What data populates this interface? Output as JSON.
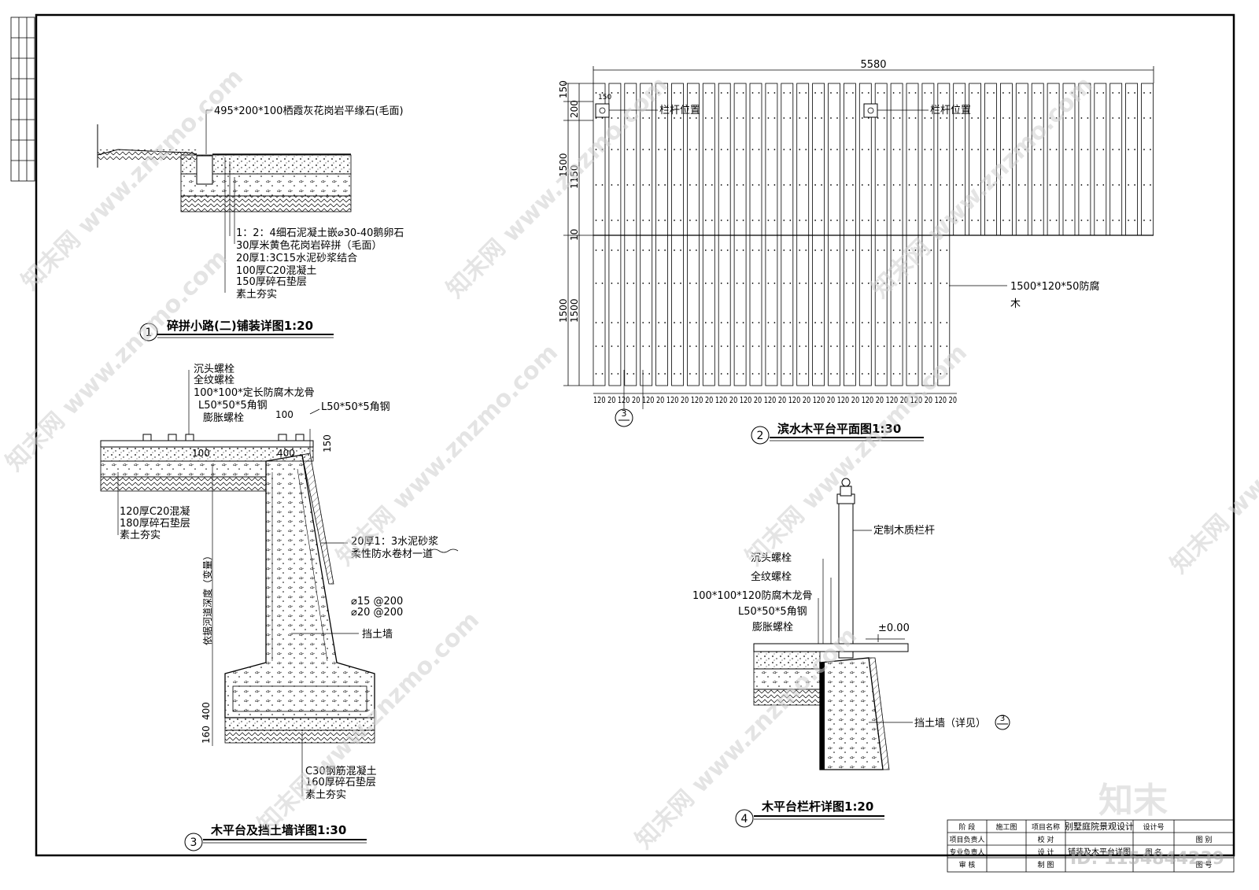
{
  "detail1": {
    "title": "碎拼小路(二)铺装详图1:20",
    "number": "1",
    "callout_top": "495*200*100栖霞灰花岗岩平缘石(毛面)",
    "layers": [
      "1：2：4细石泥凝土嵌⌀30-40鹅卵石",
      "30厚米黄色花岗岩碎拼（毛面）",
      "20厚1:3C15水泥砂浆结合",
      "100厚C20混凝土",
      "150厚碎石垫层",
      "素土夯实"
    ]
  },
  "detail2": {
    "title": "滨水木平台平面图1:30",
    "number": "2",
    "overall_dim": "5580",
    "lamp_label_1": "栏杆位置",
    "lamp_label_2": "栏杆位置",
    "plank_label": "1500*120*50防腐",
    "plank_label_2": "木",
    "dim_left": [
      "150",
      "200",
      "1500",
      "1150",
      "10",
      "1500",
      "1500"
    ],
    "dim_small": "150",
    "bottom_dims": "120 20 120 20 120 20 120 20 120 20 120 20 120 20 120 20 120 20 120 20 120 20 120 20 120 20 120 20 120 20",
    "section_mark": "3"
  },
  "detail3": {
    "title": "木平台及挡土墙详图1:30",
    "number": "3",
    "top_labels": [
      "沉头螺栓",
      "全纹螺栓",
      "100*100*定长防腐木龙骨",
      "L50*50*5角钢",
      "膨胀螺栓"
    ],
    "right_label": "L50*50*5角钢",
    "dims": [
      "100",
      "150",
      "100",
      "400",
      "400",
      "160"
    ],
    "left_layers": [
      "120厚C20混凝",
      "180厚碎石垫层",
      "素土夯实"
    ],
    "vertical_label": "依据河道深度（变量）",
    "right_layers": [
      "20厚1：3水泥砂浆",
      "柔性防水卷材一道"
    ],
    "rebar": [
      "⌀15 @200",
      "⌀20 @200"
    ],
    "wall_label": "挡土墙",
    "bottom_layers": [
      "C30钢筋混凝土",
      "160厚碎石垫层",
      "素土夯实"
    ]
  },
  "detail4": {
    "title": "木平台栏杆详图1:20",
    "number": "4",
    "rail_label": "定制木质栏杆",
    "labels": [
      "沉头螺栓",
      "全纹螺栓",
      "100*100*120防腐木龙骨",
      "L50*50*5角钢",
      "膨胀螺栓"
    ],
    "level": "±0.00",
    "wall_label": "挡土墙（详见）",
    "ref_mark": "3"
  },
  "title_block": {
    "rows": [
      [
        "阶 段",
        "施工图",
        "项目名称",
        "别墅庭院景观设计",
        "设计号",
        ""
      ],
      [
        "项目负责人",
        "",
        "校 对",
        "",
        "",
        "图 别"
      ],
      [
        "专业负责人",
        "",
        "设 计",
        "",
        "图 名",
        "铺装及木平台详图"
      ],
      [
        "审 核",
        "",
        "制 图",
        "",
        "",
        "图 号"
      ]
    ]
  },
  "watermark": {
    "text": "知末网 www.znzmo.com",
    "logo": "知末",
    "id": "ID: 1154844239"
  }
}
